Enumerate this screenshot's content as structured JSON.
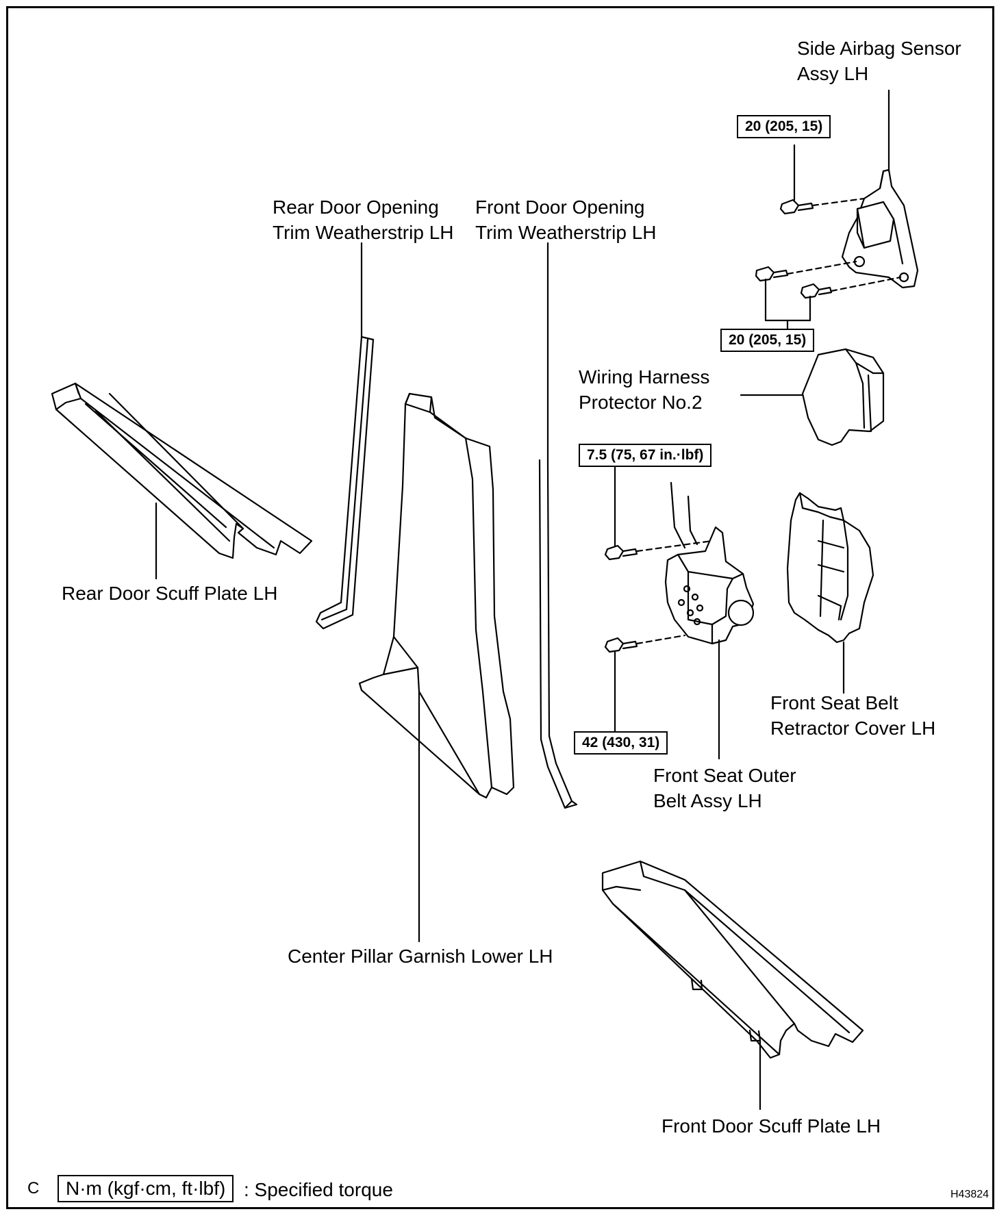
{
  "figure_code": "H43824",
  "page_letter": "C",
  "legend": {
    "symbol": "N·m (kgf·cm, ft·lbf)",
    "text": ": Specified torque"
  },
  "parts": {
    "side_airbag_sensor": [
      "Side Airbag Sensor",
      "Assy LH"
    ],
    "rear_door_weatherstrip": [
      "Rear Door Opening",
      "Trim Weatherstrip LH"
    ],
    "front_door_weatherstrip": [
      "Front Door Opening",
      "Trim Weatherstrip LH"
    ],
    "wiring_harness_protector": [
      "Wiring Harness",
      "Protector No.2"
    ],
    "rear_door_scuff_plate": "Rear Door Scuff Plate LH",
    "front_seat_belt_retractor_cover": [
      "Front Seat Belt",
      "Retractor Cover LH"
    ],
    "front_seat_outer_belt": [
      "Front Seat Outer",
      "Belt Assy LH"
    ],
    "center_pillar_garnish": "Center Pillar Garnish Lower LH",
    "front_door_scuff_plate": "Front Door Scuff Plate LH"
  },
  "torques": {
    "airbag_sensor_top": "20 (205, 15)",
    "airbag_sensor_bottom": "20 (205, 15)",
    "belt_upper_bolt": "7.5 (75, 67 in.·lbf)",
    "belt_lower_bolt": "42 (430, 31)"
  }
}
